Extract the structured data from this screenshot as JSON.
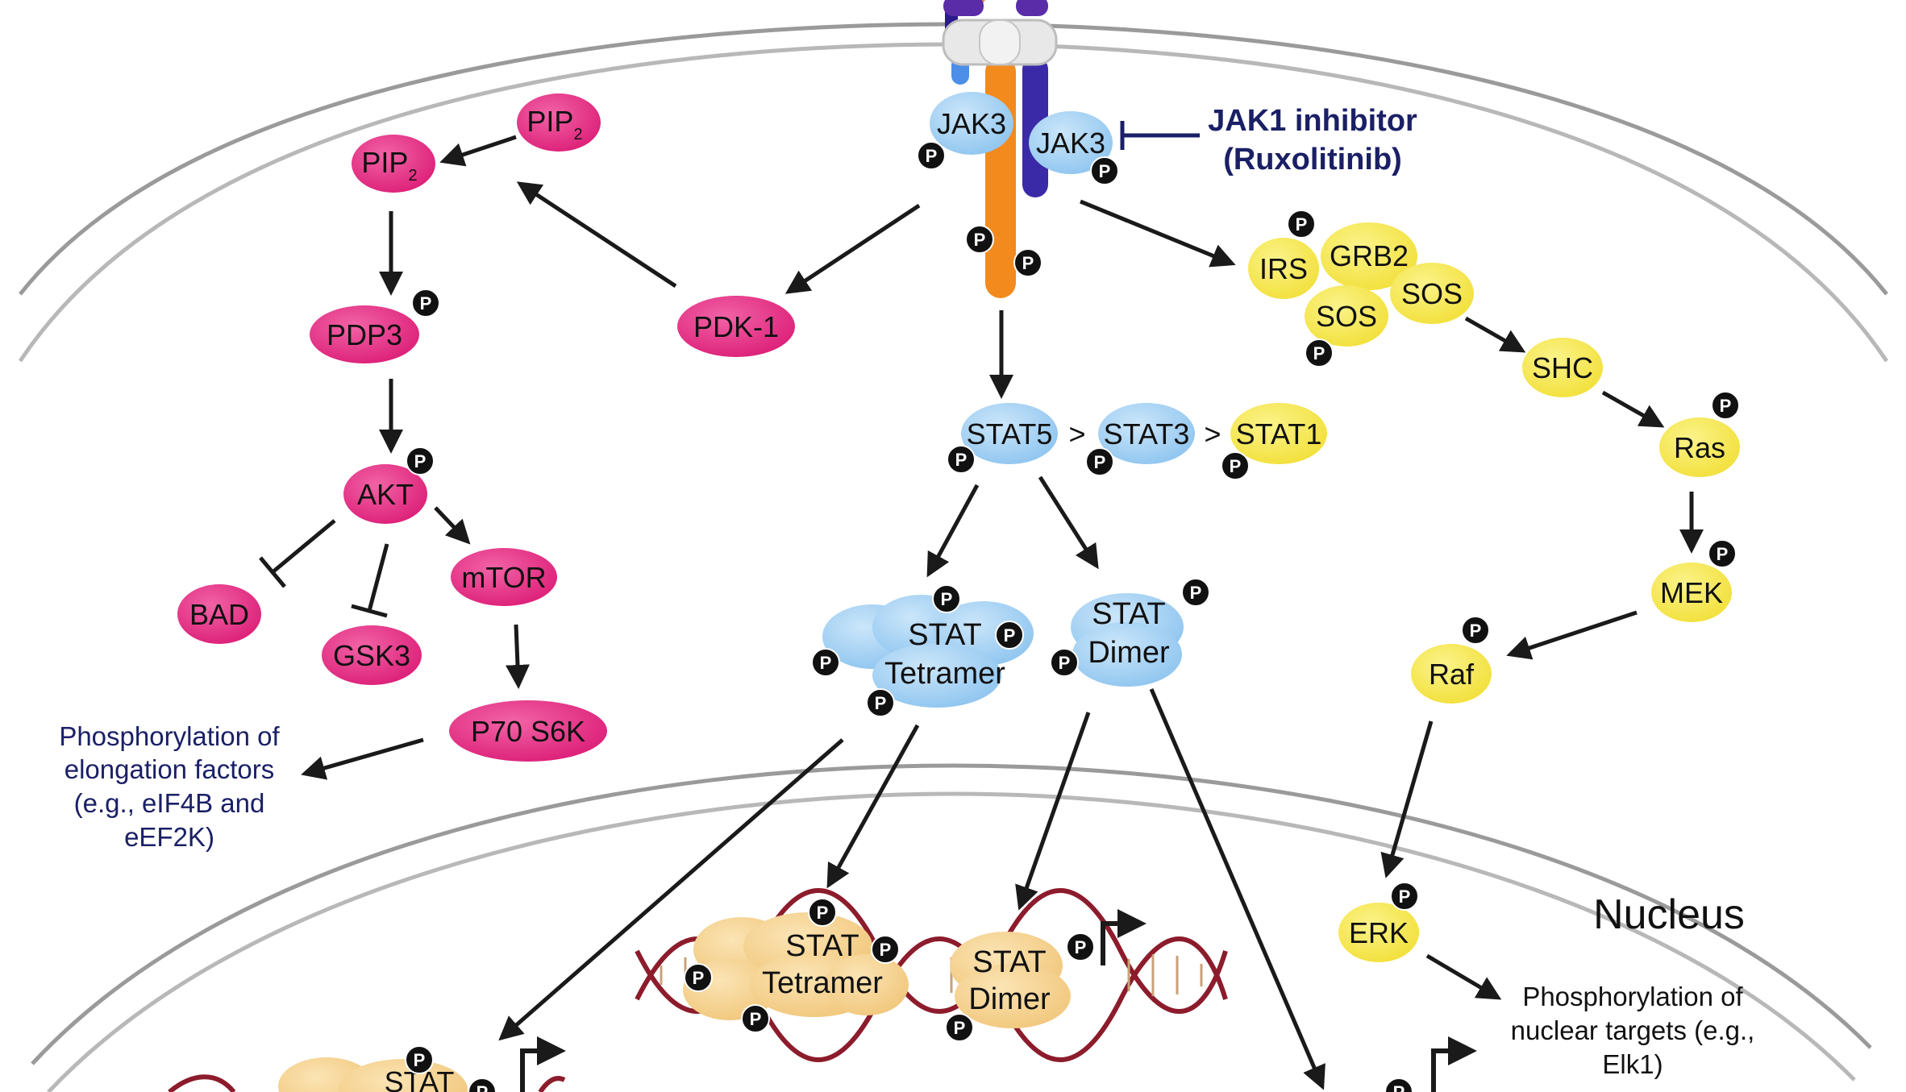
{
  "labels": {
    "pip2_top": "PIP",
    "pip2_top_sub": "2",
    "pip2_left": "PIP",
    "pip2_left_sub": "2",
    "pdp3": "PDP3",
    "pdk1": "PDK-1",
    "akt": "AKT",
    "mtor": "mTOR",
    "bad": "BAD",
    "gsk3": "GSK3",
    "p70s6k": "P70 S6K",
    "jak3_left": "JAK3",
    "jak3_right": "JAK3",
    "irs": "IRS",
    "grb2": "GRB2",
    "sos_a": "SOS",
    "sos_b": "SOS",
    "shc": "SHC",
    "ras": "Ras",
    "mek": "MEK",
    "raf": "Raf",
    "erk": "ERK",
    "stat5": "STAT5",
    "stat3": "STAT3",
    "stat1": "STAT1",
    "gt1": ">",
    "gt2": ">",
    "tetramer_1": "STAT",
    "tetramer_2": "Tetramer",
    "dimer_1": "STAT",
    "dimer_2": "Dimer",
    "n_tetramer_1": "STAT",
    "n_tetramer_2": "Tetramer",
    "n_dimer_1": "STAT",
    "n_dimer_2": "Dimer",
    "bottom_stat": "STAT",
    "phospho": "P"
  },
  "notes": {
    "inhibitor_line1": "JAK1 inhibitor",
    "inhibitor_line2": "(Ruxolitinib)",
    "elong_line1": "Phosphorylation of",
    "elong_line2": "elongation factors",
    "elong_line3": "(e.g., eIF4B and",
    "elong_line4": "eEF2K)",
    "nucleus": "Nucleus",
    "nuclear_line1": "Phosphorylation of",
    "nuclear_line2": "nuclear targets (e.g.,",
    "nuclear_line3": "Elk1)"
  },
  "colors": {
    "pi3k_pathway": "#e0287f",
    "stat_blue": "#a9d4f4",
    "mapk_yellow": "#f7e94c",
    "nuclear_stat": "#f6d59a",
    "receptor_orange": "#f28a1e",
    "receptor_purple": "#3b2aa8",
    "inhibitor_navy": "#1a1f66",
    "dna_red": "#8c1c2c",
    "membrane_gray": "#a8a8a8"
  }
}
